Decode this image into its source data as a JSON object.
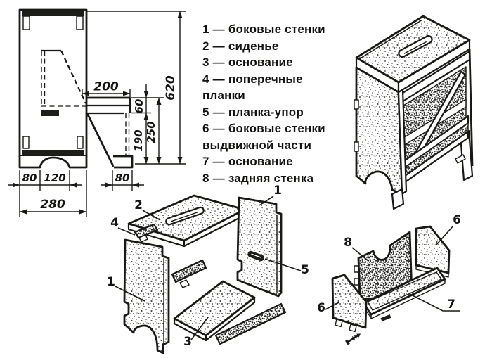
{
  "page": {
    "background": "#ffffff",
    "ink": "#181815"
  },
  "legend": {
    "separator": "—",
    "items": [
      {
        "num": "1",
        "label": "боковые стенки"
      },
      {
        "num": "2",
        "label": "сиденье"
      },
      {
        "num": "3",
        "label": "основание"
      },
      {
        "num": "4",
        "label": "поперечные планки"
      },
      {
        "num": "5",
        "label": "планка-упор"
      },
      {
        "num": "6",
        "label": "боковые стенки выдвижной части"
      },
      {
        "num": "7",
        "label": "основание"
      },
      {
        "num": "8",
        "label": "задняя стенка"
      }
    ]
  },
  "side_view": {
    "dims": {
      "overall_height": "620",
      "step_depth": "200",
      "step_thickness": "60",
      "step_clearance": "190",
      "pullout_height": "250",
      "foot_width": "80",
      "arch_width": "120",
      "slider_foot_width": "80",
      "overall_width": "280"
    }
  },
  "exploded_main": {
    "callouts": {
      "seat": "2",
      "cross_plank": "4",
      "side_wall_left": "1",
      "side_wall_right": "1",
      "stop_plank": "5",
      "base": "3"
    }
  },
  "exploded_slider": {
    "callouts": {
      "back_wall": "8",
      "side_wall_right": "6",
      "side_wall_left": "6",
      "base": "7"
    }
  }
}
